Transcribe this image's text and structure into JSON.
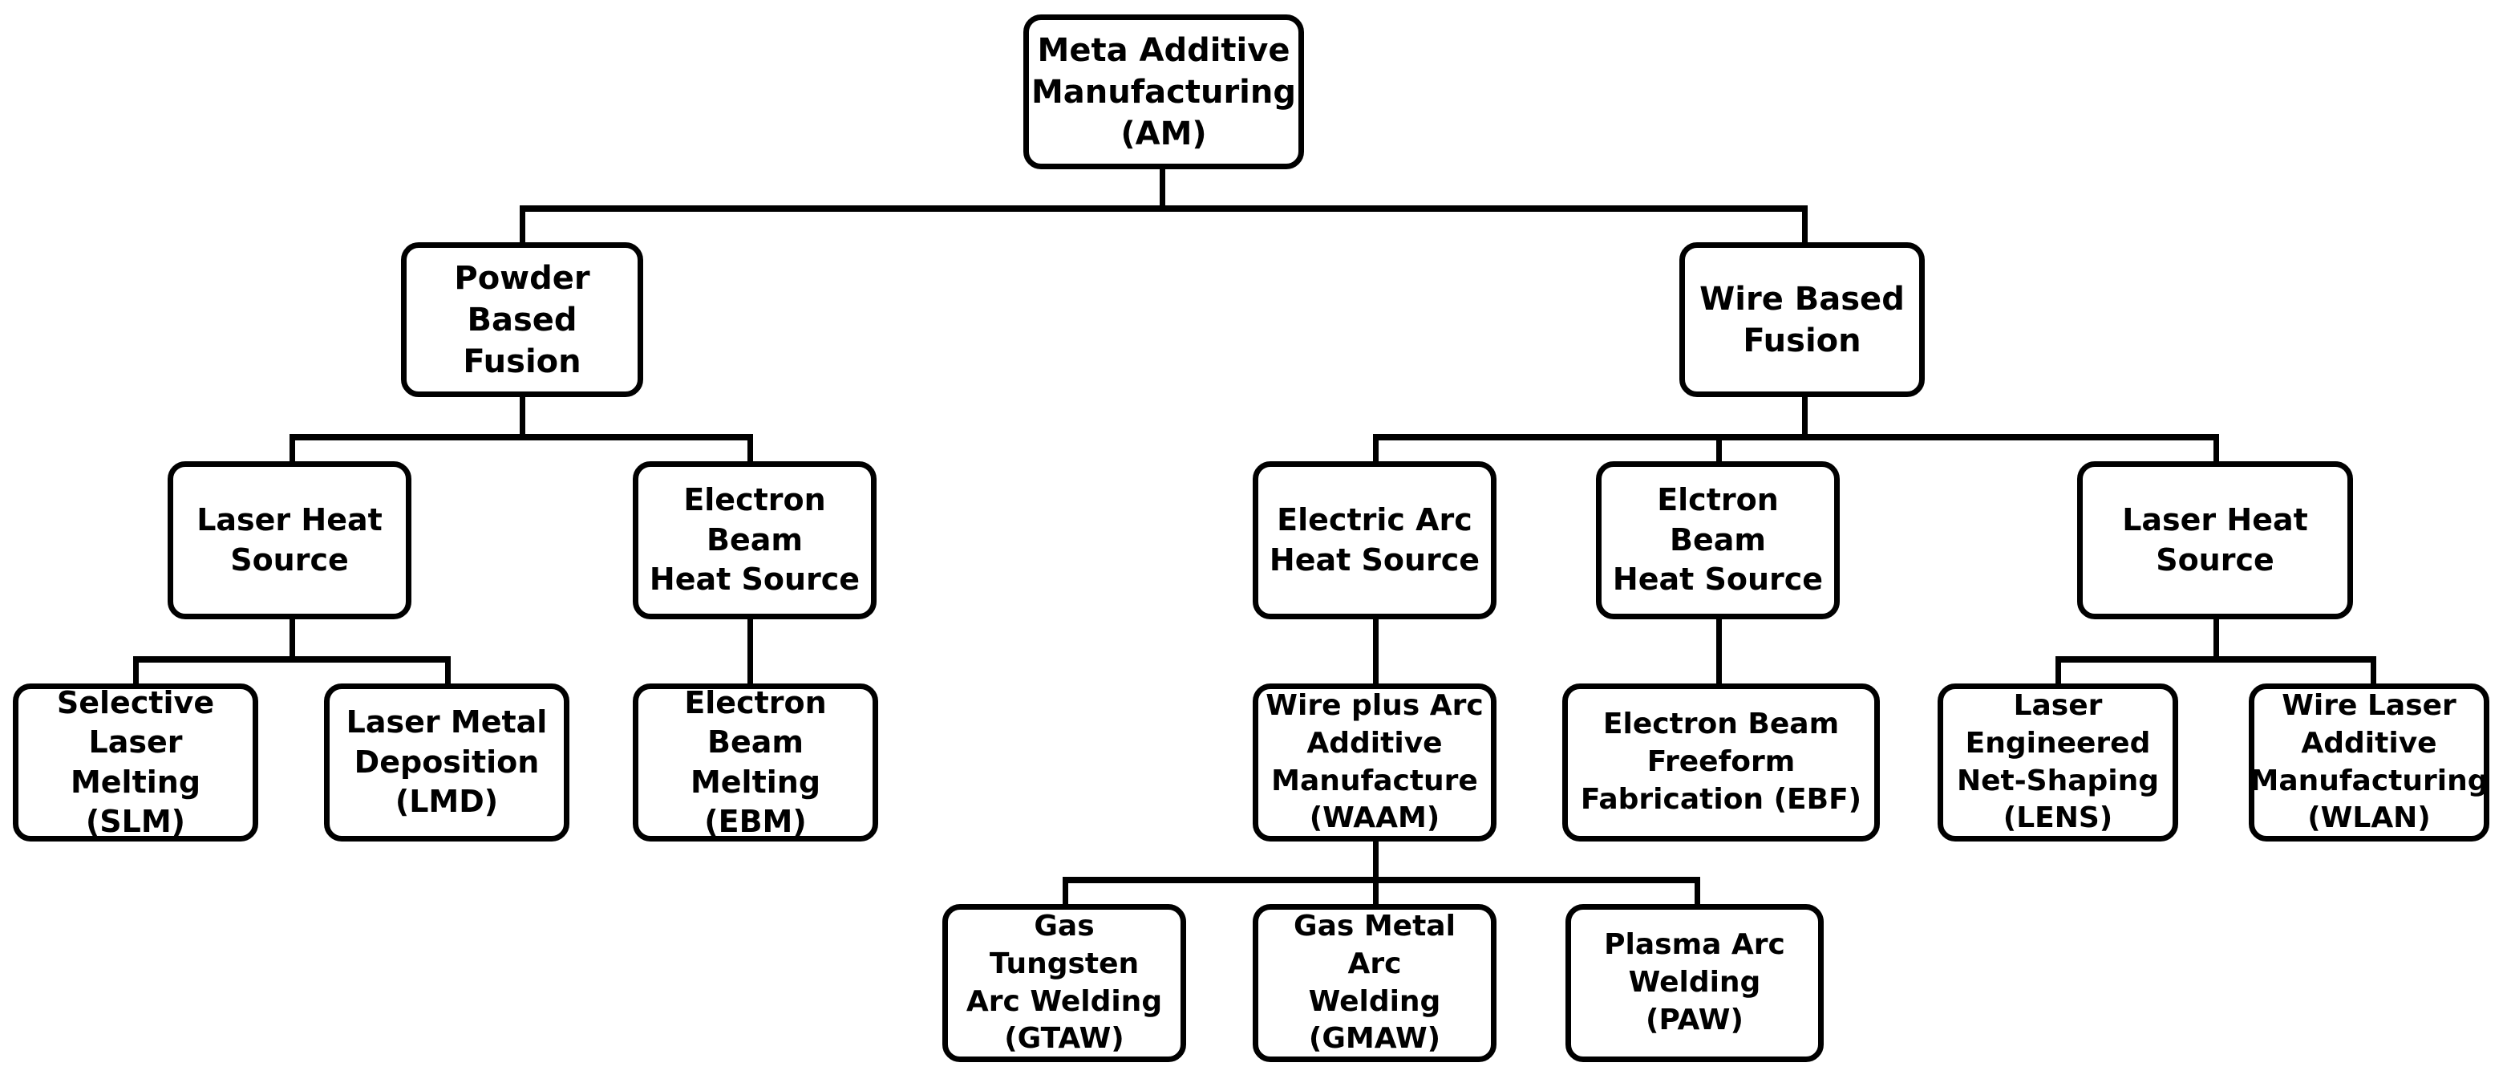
{
  "diagram": {
    "title": "Classification of Metal Additive Manufacturing Processes",
    "type": "tree-hierarchy",
    "background_color": "#ffffff",
    "line_color": "#000000",
    "node_fill_color": "#ffffff",
    "node_border_color": "#000000",
    "levels": 5
  },
  "nodes": {
    "root": {
      "label": "Meta Additive\nManufacturing\n(AM)"
    },
    "powder_based_fusion": {
      "label": "Powder Based\nFusion"
    },
    "wire_based_fusion": {
      "label": "Wire Based\nFusion"
    },
    "laser_heat_source_powder": {
      "label": "Laser Heat\nSource"
    },
    "electron_beam_heat_source_powder": {
      "label": "Electron Beam\nHeat Source"
    },
    "electric_arc_heat_source": {
      "label": "Electric Arc\nHeat Source"
    },
    "elctron_beam_heat_source_wire": {
      "label": "Elctron Beam\nHeat Source"
    },
    "laser_heat_source_wire": {
      "label": "Laser Heat\nSource"
    },
    "slm": {
      "label": "Selective Laser\nMelting (SLM)"
    },
    "lmd": {
      "label": "Laser Metal\nDeposition\n(LMD)"
    },
    "ebm": {
      "label": "Electron Beam\nMelting (EBM)"
    },
    "waam": {
      "label": "Wire plus Arc\nAdditive\nManufacture\n(WAAM)"
    },
    "ebf": {
      "label": "Electron Beam\nFreeform\nFabrication (EBF)"
    },
    "lens": {
      "label": "Laser\nEngineered\nNet-Shaping\n(LENS)"
    },
    "wlan": {
      "label": "Wire Laser\nAdditive\nManufacturing\n(WLAN)"
    },
    "gtaw": {
      "label": "Gas Tungsten\nArc Welding\n(GTAW)"
    },
    "gmaw": {
      "label": "Gas Metal Arc\nWelding\n(GMAW)"
    },
    "paw": {
      "label": "Plasma Arc\nWelding\n(PAW)"
    }
  },
  "edges": [
    {
      "from": "root",
      "to": "powder_based_fusion"
    },
    {
      "from": "root",
      "to": "wire_based_fusion"
    },
    {
      "from": "powder_based_fusion",
      "to": "laser_heat_source_powder"
    },
    {
      "from": "powder_based_fusion",
      "to": "electron_beam_heat_source_powder"
    },
    {
      "from": "wire_based_fusion",
      "to": "electric_arc_heat_source"
    },
    {
      "from": "wire_based_fusion",
      "to": "elctron_beam_heat_source_wire"
    },
    {
      "from": "wire_based_fusion",
      "to": "laser_heat_source_wire"
    },
    {
      "from": "laser_heat_source_powder",
      "to": "slm"
    },
    {
      "from": "laser_heat_source_powder",
      "to": "lmd"
    },
    {
      "from": "electron_beam_heat_source_powder",
      "to": "ebm"
    },
    {
      "from": "electric_arc_heat_source",
      "to": "waam"
    },
    {
      "from": "elctron_beam_heat_source_wire",
      "to": "ebf"
    },
    {
      "from": "laser_heat_source_wire",
      "to": "lens"
    },
    {
      "from": "laser_heat_source_wire",
      "to": "wlan"
    },
    {
      "from": "waam",
      "to": "gtaw"
    },
    {
      "from": "waam",
      "to": "gmaw"
    },
    {
      "from": "waam",
      "to": "paw"
    }
  ]
}
